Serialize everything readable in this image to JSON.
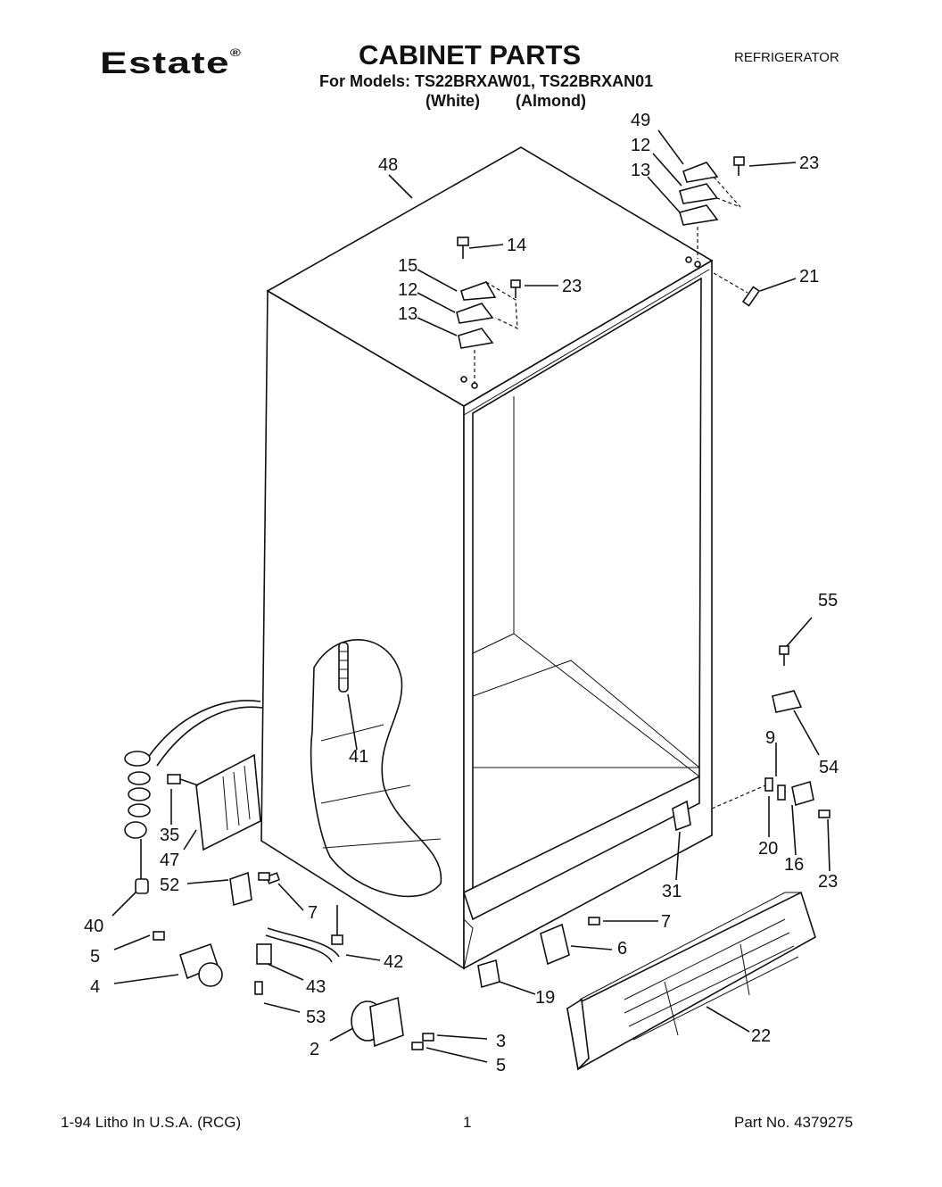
{
  "header": {
    "brand": "Estate",
    "brand_mark": "®",
    "title": "CABINET PARTS",
    "category": "REFRIGERATOR",
    "models_line": "For Models: TS22BRXAW01, TS22BRXAN01",
    "color_1": "(White)",
    "color_2": "(Almond)"
  },
  "footer": {
    "left": "1-94 Litho In U.S.A. (RCG)",
    "page": "1",
    "part_number": "Part No. 4379275"
  },
  "callouts": {
    "c48": "48",
    "c49": "49",
    "c12a": "12",
    "c13a": "13",
    "c23a": "23",
    "c14": "14",
    "c15": "15",
    "c12b": "12",
    "c13b": "13",
    "c23b": "23",
    "c21": "21",
    "c55": "55",
    "c41": "41",
    "c9": "9",
    "c54": "54",
    "c35": "35",
    "c47": "47",
    "c20": "20",
    "c16": "16",
    "c23c": "23",
    "c31": "31",
    "c52": "52",
    "c40": "40",
    "c7a": "7",
    "c7b": "7",
    "c6": "6",
    "c5a": "5",
    "c42": "42",
    "c4": "4",
    "c43": "43",
    "c19": "19",
    "c53": "53",
    "c22": "22",
    "c3": "3",
    "c2": "2",
    "c5b": "5"
  }
}
